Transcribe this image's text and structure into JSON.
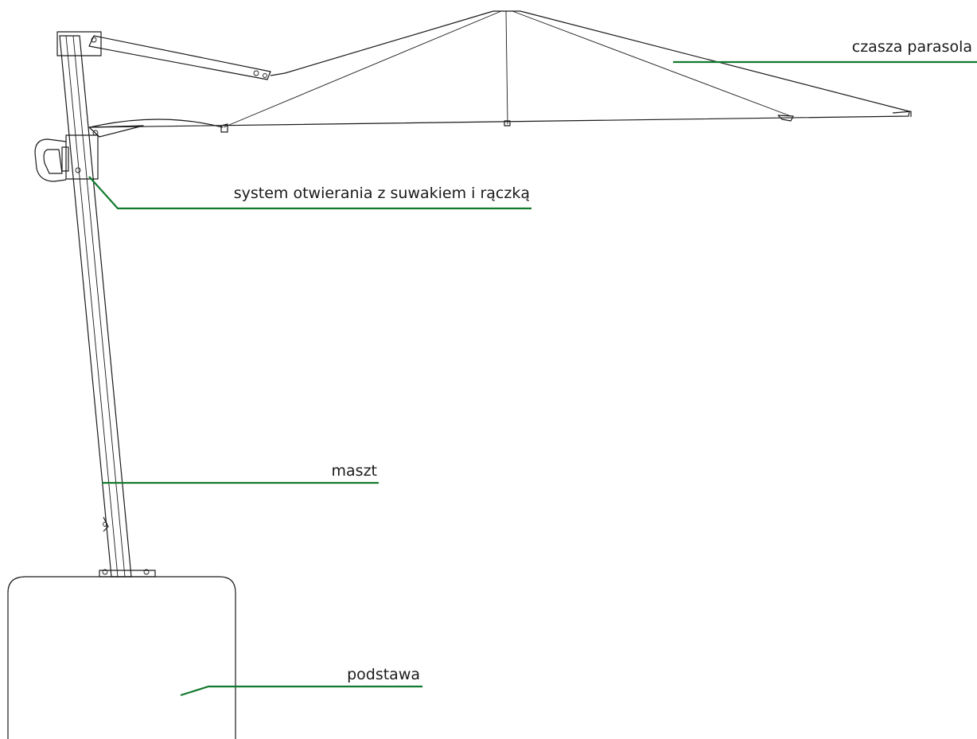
{
  "labels": {
    "canopy": "czasza parasola",
    "opening_system": "system otwierania z suwakiem i rączką",
    "mast": "maszt",
    "base": "podstawa"
  },
  "colors": {
    "leader_line": "#127a2e",
    "outline": "#1a1a1a",
    "background": "#ffffff"
  }
}
